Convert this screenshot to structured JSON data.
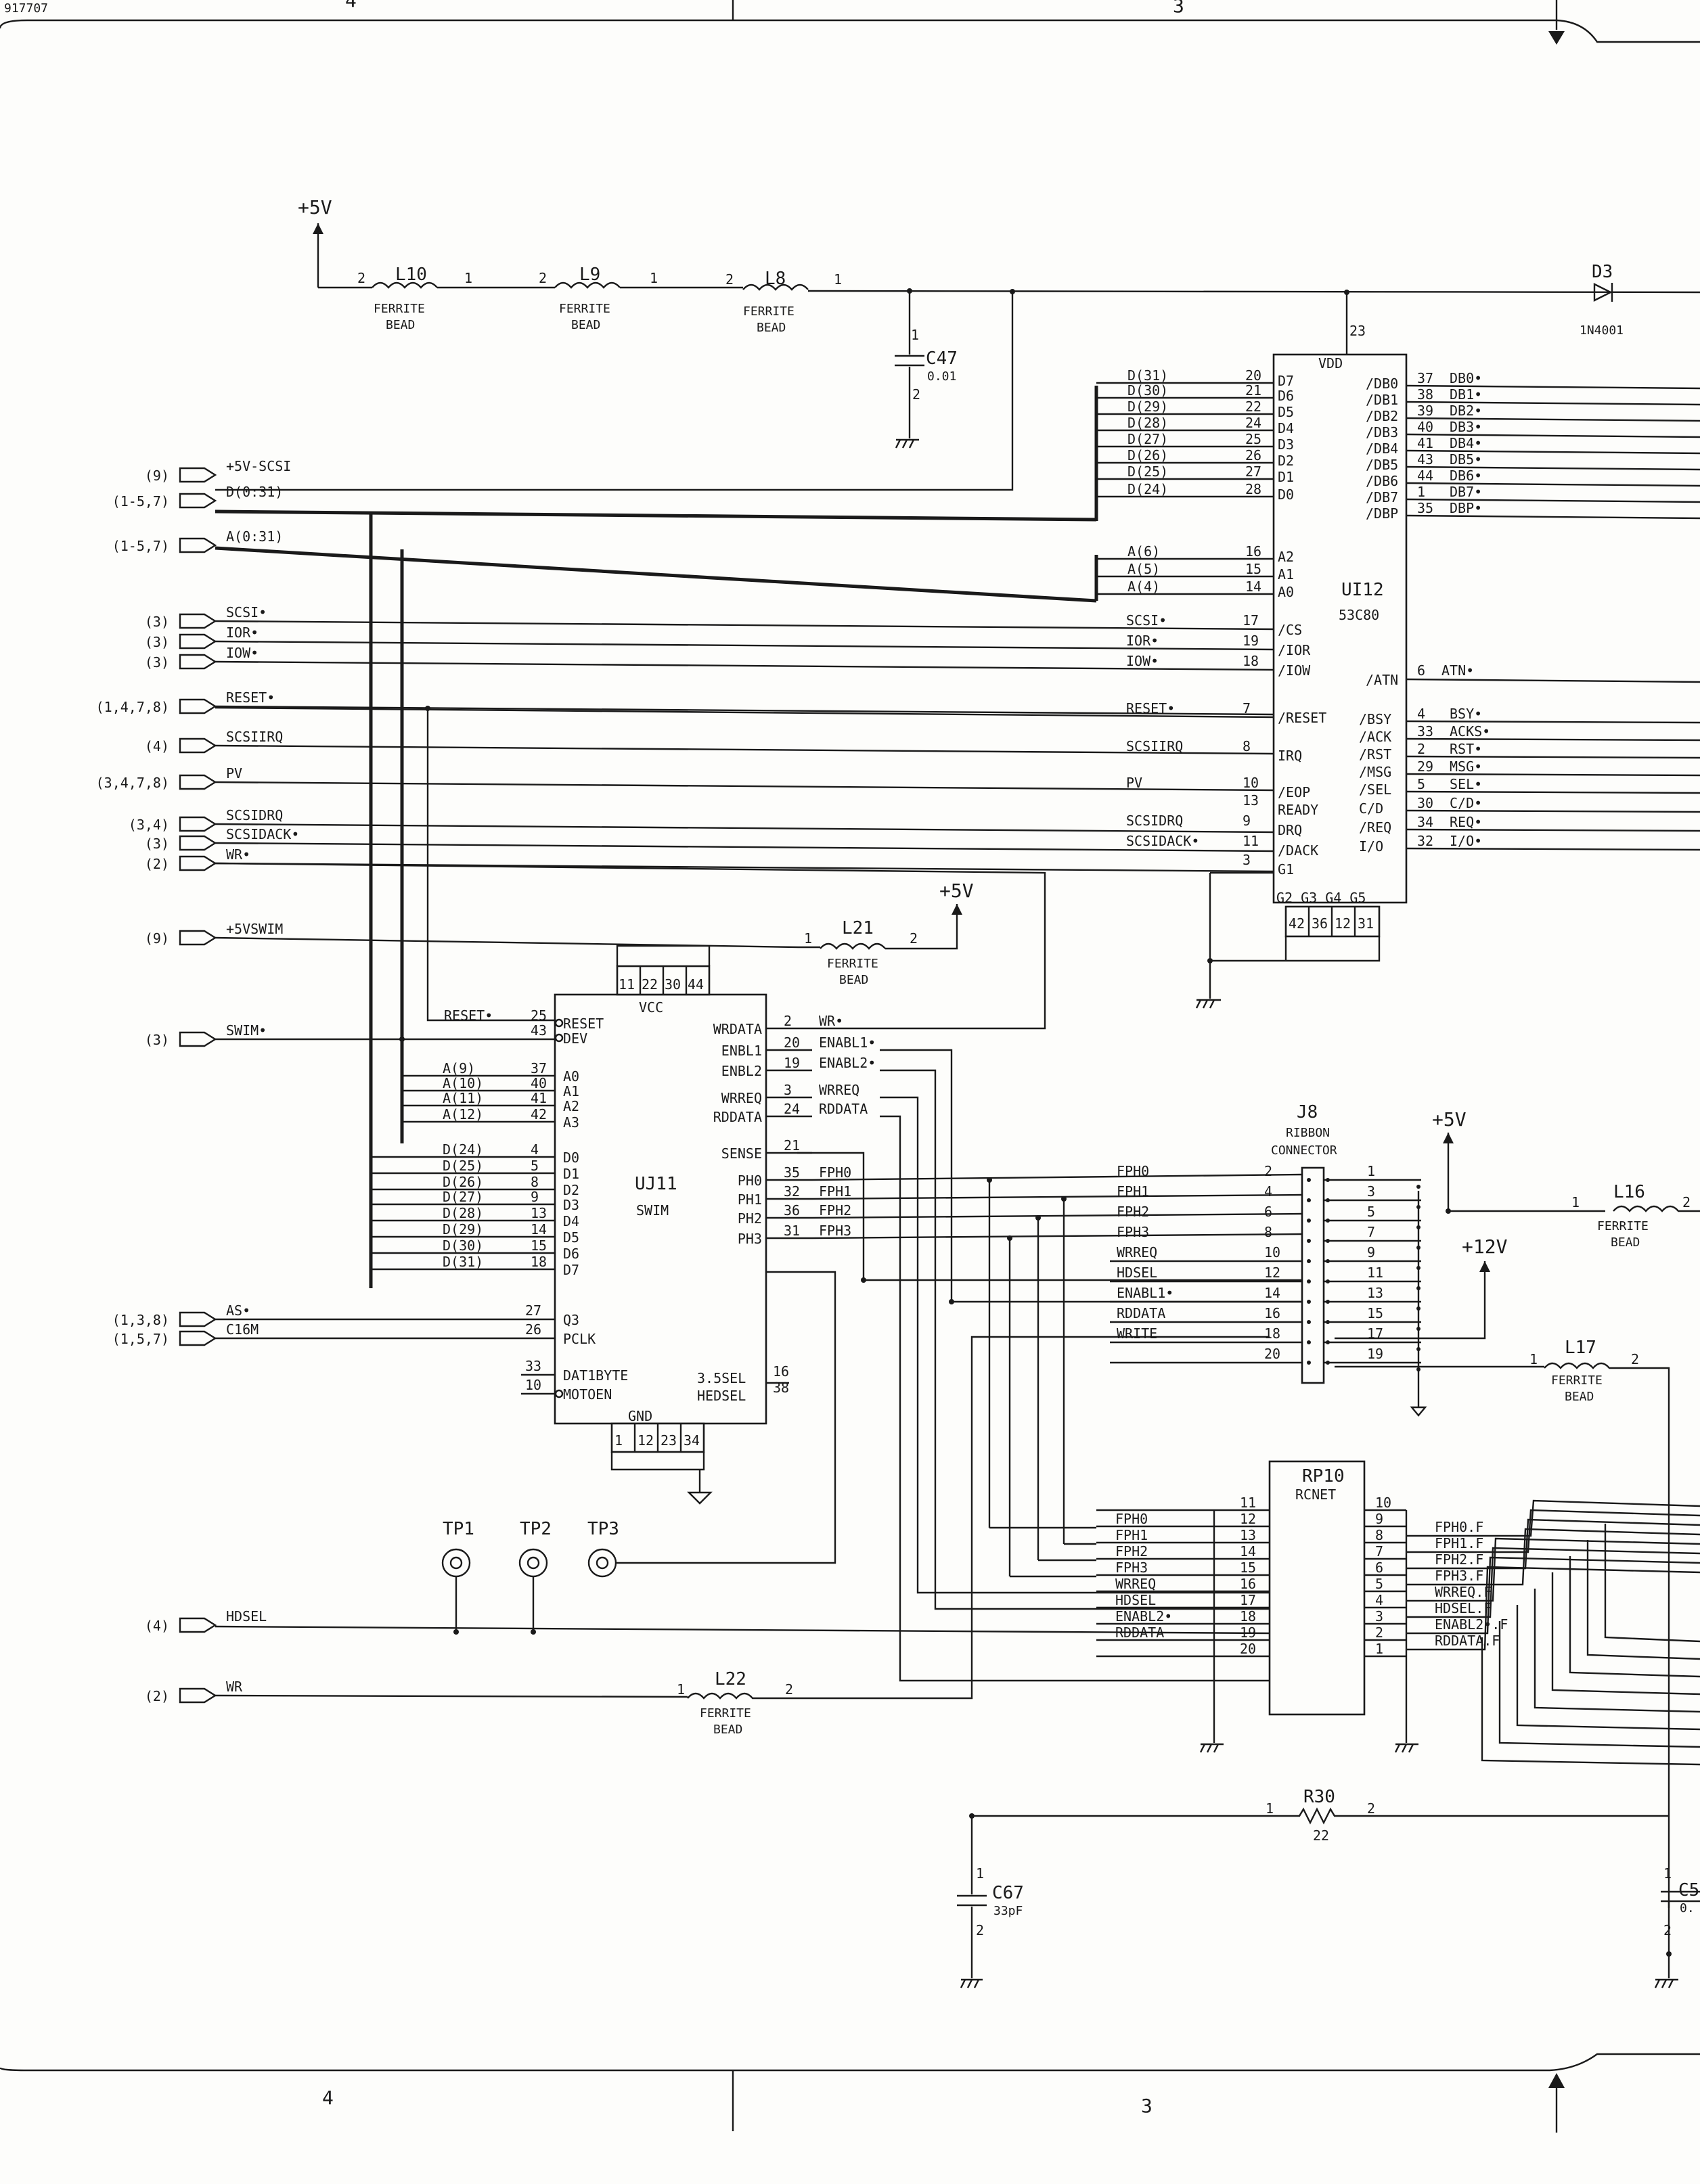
{
  "sheet": {
    "stamp": "917707",
    "zones_top": [
      "4",
      "3"
    ],
    "zones_bottom": [
      "4",
      "3"
    ]
  },
  "power": {
    "vcc5": "+5V",
    "vcc12": "+12V"
  },
  "parts": {
    "L10": {
      "ref": "L10",
      "l1": "FERRITE",
      "l2": "BEAD",
      "p1": "2",
      "p2": "1"
    },
    "L9": {
      "ref": "L9",
      "l1": "FERRITE",
      "l2": "BEAD",
      "p1": "2",
      "p2": "1"
    },
    "L8": {
      "ref": "L8",
      "l1": "FERRITE",
      "l2": "BEAD",
      "p1": "2",
      "p2": "1"
    },
    "L21": {
      "ref": "L21",
      "l1": "FERRITE",
      "l2": "BEAD",
      "p1": "1",
      "p2": "2"
    },
    "L22": {
      "ref": "L22",
      "l1": "FERRITE",
      "l2": "BEAD",
      "p1": "1",
      "p2": "2"
    },
    "L16": {
      "ref": "L16",
      "l1": "FERRITE",
      "l2": "BEAD",
      "p1": "1",
      "p2": "2"
    },
    "L17": {
      "ref": "L17",
      "l1": "FERRITE",
      "l2": "BEAD",
      "p1": "1",
      "p2": "2"
    },
    "C47": {
      "ref": "C47",
      "val": "0.01",
      "p1": "1",
      "p2": "2"
    },
    "C67": {
      "ref": "C67",
      "val": "33pF",
      "p1": "2",
      "p2": "1"
    },
    "C5x": {
      "ref": "C5",
      "val": "0.",
      "p1": "1",
      "p2": "2"
    },
    "R30": {
      "ref": "R30",
      "val": "22",
      "p1": "1",
      "p2": "2"
    },
    "D3": {
      "ref": "D3",
      "val": "1N4001"
    },
    "TP1": "TP1",
    "TP2": "TP2",
    "TP3": "TP3"
  },
  "offsheet": [
    {
      "ref": "(9)",
      "sig": "+5V-SCSI"
    },
    {
      "ref": "(1-5,7)",
      "sig": "D(0:31)"
    },
    {
      "ref": "(1-5,7)",
      "sig": "A(0:31)"
    },
    {
      "ref": "(3)",
      "sig": "SCSI•"
    },
    {
      "ref": "(3)",
      "sig": "IOR•"
    },
    {
      "ref": "(3)",
      "sig": "IOW•"
    },
    {
      "ref": "(1,4,7,8)",
      "sig": "RESET•"
    },
    {
      "ref": "(4)",
      "sig": "SCSIIRQ"
    },
    {
      "ref": "(3,4,7,8)",
      "sig": "PV"
    },
    {
      "ref": "(3,4)",
      "sig": "SCSIDRQ"
    },
    {
      "ref": "(3)",
      "sig": "SCSIDACK•"
    },
    {
      "ref": "(2)",
      "sig": "WR•"
    },
    {
      "ref": "(9)",
      "sig": "+5VSWIM"
    },
    {
      "ref": "(3)",
      "sig": "SWIM•"
    },
    {
      "ref": "(1,3,8)",
      "sig": "AS•"
    },
    {
      "ref": "(1,5,7)",
      "sig": "C16M"
    },
    {
      "ref": "(4)",
      "sig": "HDSEL"
    },
    {
      "ref": "(2)",
      "sig": "WR"
    }
  ],
  "ui12": {
    "ref": "UI12",
    "part": "53C80",
    "vdd": "VDD",
    "vdd_pin": "23",
    "data_in": [
      {
        "net": "D(31)",
        "pin": "20",
        "name": "D7"
      },
      {
        "net": "D(30)",
        "pin": "21",
        "name": "D6"
      },
      {
        "net": "D(29)",
        "pin": "22",
        "name": "D5"
      },
      {
        "net": "D(28)",
        "pin": "24",
        "name": "D4"
      },
      {
        "net": "D(27)",
        "pin": "25",
        "name": "D3"
      },
      {
        "net": "D(26)",
        "pin": "26",
        "name": "D2"
      },
      {
        "net": "D(25)",
        "pin": "27",
        "name": "D1"
      },
      {
        "net": "D(24)",
        "pin": "28",
        "name": "D0"
      }
    ],
    "addr_in": [
      {
        "net": "A(6)",
        "pin": "16",
        "name": "A2"
      },
      {
        "net": "A(5)",
        "pin": "15",
        "name": "A1"
      },
      {
        "net": "A(4)",
        "pin": "14",
        "name": "A0"
      }
    ],
    "ctrl_in": [
      {
        "net": "SCSI•",
        "pin": "17",
        "name": "/CS"
      },
      {
        "net": "IOR•",
        "pin": "19",
        "name": "/IOR"
      },
      {
        "net": "IOW•",
        "pin": "18",
        "name": "/IOW"
      },
      {
        "net": "RESET•",
        "pin": "7",
        "name": "/RESET"
      },
      {
        "net": "SCSIIRQ",
        "pin": "8",
        "name": "IRQ"
      },
      {
        "net": "PV",
        "pin": "10",
        "name": "/EOP"
      },
      {
        "net": "",
        "pin": "13",
        "name": "READY"
      },
      {
        "net": "SCSIDRQ",
        "pin": "9",
        "name": "DRQ"
      },
      {
        "net": "SCSIDACK•",
        "pin": "11",
        "name": "/DACK"
      },
      {
        "net": "",
        "pin": "3",
        "name": "G1"
      }
    ],
    "gnd_label": "G2 G3 G4 G5",
    "gnd_pins": [
      "42",
      "36",
      "12",
      "31"
    ],
    "db_out": [
      {
        "name": "/DB0",
        "pin": "37",
        "net": "DB0•"
      },
      {
        "name": "/DB1",
        "pin": "38",
        "net": "DB1•"
      },
      {
        "name": "/DB2",
        "pin": "39",
        "net": "DB2•"
      },
      {
        "name": "/DB3",
        "pin": "40",
        "net": "DB3•"
      },
      {
        "name": "/DB4",
        "pin": "41",
        "net": "DB4•"
      },
      {
        "name": "/DB5",
        "pin": "43",
        "net": "DB5•"
      },
      {
        "name": "/DB6",
        "pin": "44",
        "net": "DB6•"
      },
      {
        "name": "/DB7",
        "pin": "1",
        "net": "DB7•"
      },
      {
        "name": "/DBP",
        "pin": "35",
        "net": "DBP•"
      }
    ],
    "atn": {
      "name": "/ATN",
      "pin": "6",
      "net": "ATN•"
    },
    "bus_out": [
      {
        "name": "/BSY",
        "pin": "4",
        "net": "BSY•"
      },
      {
        "name": "/ACK",
        "pin": "33",
        "net": "ACKS•"
      },
      {
        "name": "/RST",
        "pin": "2",
        "net": "RST•"
      },
      {
        "name": "/MSG",
        "pin": "29",
        "net": "MSG•"
      },
      {
        "name": "/SEL",
        "pin": "5",
        "net": "SEL•"
      },
      {
        "name": "C/D",
        "pin": "30",
        "net": "C/D•"
      },
      {
        "name": "/REQ",
        "pin": "34",
        "net": "REQ•"
      },
      {
        "name": "I/O",
        "pin": "32",
        "net": "I/O•"
      }
    ]
  },
  "uj11": {
    "ref": "UJ11",
    "part": "SWIM",
    "vcc": "VCC",
    "gnd": "GND",
    "vcc_pins": [
      "11",
      "22",
      "30",
      "44"
    ],
    "gnd_pins": [
      "1",
      "12",
      "23",
      "34"
    ],
    "left_top": [
      {
        "net": "RESET•",
        "pin": "25",
        "name": "RESET"
      },
      {
        "net": "",
        "pin": "43",
        "name": "DEV"
      }
    ],
    "left_addr": [
      {
        "net": "A(9)",
        "pin": "37",
        "name": "A0"
      },
      {
        "net": "A(10)",
        "pin": "40",
        "name": "A1"
      },
      {
        "net": "A(11)",
        "pin": "41",
        "name": "A2"
      },
      {
        "net": "A(12)",
        "pin": "42",
        "name": "A3"
      }
    ],
    "left_data": [
      {
        "net": "D(24)",
        "pin": "4",
        "name": "D0"
      },
      {
        "net": "D(25)",
        "pin": "5",
        "name": "D1"
      },
      {
        "net": "D(26)",
        "pin": "8",
        "name": "D2"
      },
      {
        "net": "D(27)",
        "pin": "9",
        "name": "D3"
      },
      {
        "net": "D(28)",
        "pin": "13",
        "name": "D4"
      },
      {
        "net": "D(29)",
        "pin": "14",
        "name": "D5"
      },
      {
        "net": "D(30)",
        "pin": "15",
        "name": "D6"
      },
      {
        "net": "D(31)",
        "pin": "18",
        "name": "D7"
      }
    ],
    "left_bottom": [
      {
        "net": "",
        "pin": "27",
        "name": "Q3"
      },
      {
        "net": "",
        "pin": "26",
        "name": "PCLK"
      },
      {
        "net": "",
        "pin": "33",
        "name": "DAT1BYTE"
      },
      {
        "net": "",
        "pin": "10",
        "name": "MOTOEN"
      }
    ],
    "right": [
      {
        "name": "WRDATA",
        "pin": "2",
        "net": "WR•"
      },
      {
        "name": "ENBL1",
        "pin": "20",
        "net": "ENABL1•"
      },
      {
        "name": "ENBL2",
        "pin": "19",
        "net": "ENABL2•"
      },
      {
        "name": "WRREQ",
        "pin": "3",
        "net": "WRREQ"
      },
      {
        "name": "RDDATA",
        "pin": "24",
        "net": "RDDATA"
      },
      {
        "name": "SENSE",
        "pin": "21",
        "net": ""
      },
      {
        "name": "PH0",
        "pin": "35",
        "net": "FPH0"
      },
      {
        "name": "PH1",
        "pin": "32",
        "net": "FPH1"
      },
      {
        "name": "PH2",
        "pin": "36",
        "net": "FPH2"
      },
      {
        "name": "PH3",
        "pin": "31",
        "net": "FPH3"
      }
    ],
    "sel": {
      "name1": "3.5SEL",
      "pin1": "16",
      "name2": "HEDSEL",
      "pin2": "38"
    }
  },
  "j8": {
    "ref": "J8",
    "line1": "RIBBON",
    "line2": "CONNECTOR",
    "rows": [
      {
        "net": "FPH0",
        "even": "2",
        "odd": "1"
      },
      {
        "net": "FPH1",
        "even": "4",
        "odd": "3"
      },
      {
        "net": "FPH2",
        "even": "6",
        "odd": "5"
      },
      {
        "net": "FPH3",
        "even": "8",
        "odd": "7"
      },
      {
        "net": "WRREQ",
        "even": "10",
        "odd": "9"
      },
      {
        "net": "HDSEL",
        "even": "12",
        "odd": "11"
      },
      {
        "net": "ENABL1•",
        "even": "14",
        "odd": "13"
      },
      {
        "net": "RDDATA",
        "even": "16",
        "odd": "15"
      },
      {
        "net": "WRITE",
        "even": "18",
        "odd": "17"
      },
      {
        "net": "",
        "even": "20",
        "odd": "19"
      }
    ]
  },
  "rp10": {
    "ref": "RP10",
    "part": "RCNET",
    "left": [
      {
        "net": "",
        "pin": "11"
      },
      {
        "net": "FPH0",
        "pin": "12"
      },
      {
        "net": "FPH1",
        "pin": "13"
      },
      {
        "net": "FPH2",
        "pin": "14"
      },
      {
        "net": "FPH3",
        "pin": "15"
      },
      {
        "net": "WRREQ",
        "pin": "16"
      },
      {
        "net": "HDSEL",
        "pin": "17"
      },
      {
        "net": "ENABL2•",
        "pin": "18"
      },
      {
        "net": "RDDATA",
        "pin": "19"
      },
      {
        "net": "",
        "pin": "20"
      }
    ],
    "right": [
      {
        "pin": "10",
        "net": ""
      },
      {
        "pin": "9",
        "net": "FPH0.F"
      },
      {
        "pin": "8",
        "net": "FPH1.F"
      },
      {
        "pin": "7",
        "net": "FPH2.F"
      },
      {
        "pin": "6",
        "net": "FPH3.F"
      },
      {
        "pin": "5",
        "net": "WRREQ.F"
      },
      {
        "pin": "4",
        "net": "HDSEL.F"
      },
      {
        "pin": "3",
        "net": "ENABL2•.F"
      },
      {
        "pin": "2",
        "net": "RDDATA.F"
      },
      {
        "pin": "1",
        "net": ""
      }
    ]
  }
}
